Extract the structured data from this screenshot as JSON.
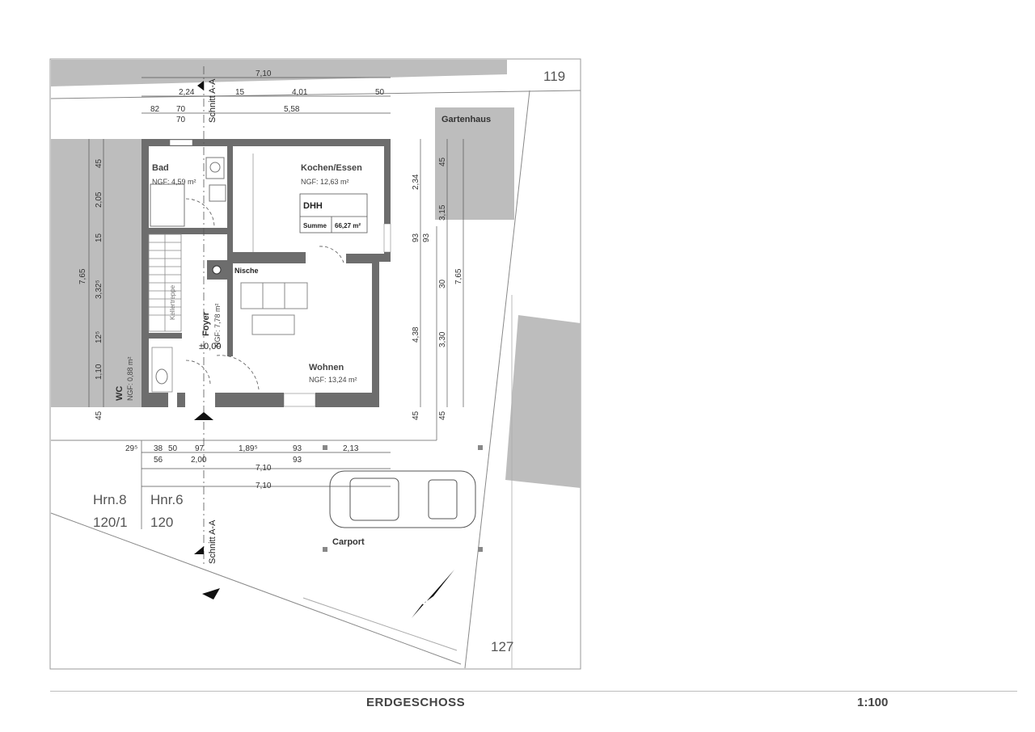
{
  "plot_numbers": {
    "top_right": "119",
    "bottom_right": "127",
    "left_a": "Hrn.8",
    "left_a_no": "120/1",
    "left_b": "Hnr.6",
    "left_b_no": "120"
  },
  "section_label": "Schnitt A-A",
  "rooms": {
    "bad": {
      "name": "Bad",
      "ngf": "NGF: 4,59 m²"
    },
    "kochen": {
      "name": "Kochen/Essen",
      "ngf": "NGF:    12,63 m²"
    },
    "foyer": {
      "name": "Foyer",
      "ngf": "NGF: 7,78 m²",
      "level": "±0,00"
    },
    "wohnen": {
      "name": "Wohnen",
      "ngf": "NGF: 13,24 m²"
    },
    "wc": {
      "name": "WC",
      "ngf": "NGF: 0,88 m²"
    },
    "nische": "Nische",
    "keller": "Kellertreppe"
  },
  "summary": {
    "title": "DHH",
    "label": "Summe",
    "value": "66,27 m²"
  },
  "outbuildings": {
    "garden": "Gartenhaus",
    "carport": "Carport"
  },
  "north_marker": "N",
  "dims_top": {
    "overall": "7,10",
    "d1": "2,24",
    "d2": "15",
    "d3": "4,01",
    "d4": "50",
    "d5": "82",
    "d6": "70",
    "d6b": "70",
    "d7": "5,58"
  },
  "dims_left": {
    "a": "45",
    "b": "2,05",
    "c": "15",
    "d": "3,32⁵",
    "e": "12⁵",
    "f": "1,10",
    "g": "45",
    "total": "7,65"
  },
  "dims_right": {
    "a": "2,34",
    "b": "93",
    "c": "4,38",
    "d": "93",
    "e": "45",
    "f": "3,15",
    "g": "30",
    "h": "3,30",
    "i": "45",
    "total": "7,65"
  },
  "dims_bottom": {
    "a": "29⁵",
    "b": "38",
    "c": "50",
    "d": "97",
    "e": "1,89⁵",
    "f": "93",
    "g": "2,13",
    "h": "56",
    "i": "2,00",
    "j": "93",
    "k": "7,10",
    "l": "7,10"
  },
  "footer": {
    "title": "ERDGESCHOSS",
    "scale": "1:100"
  }
}
